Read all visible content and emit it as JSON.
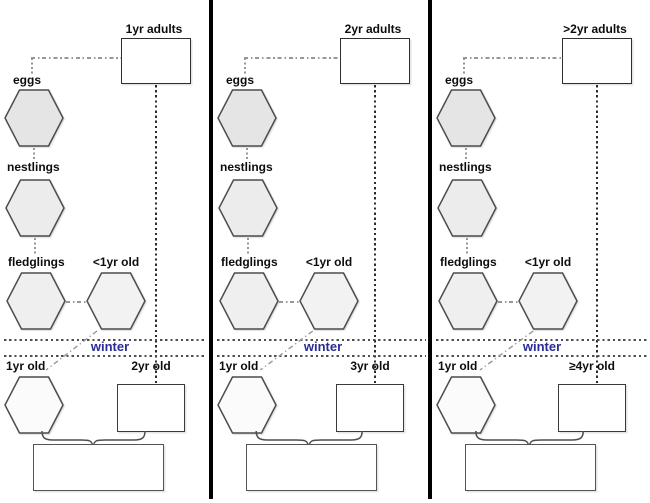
{
  "diagram": {
    "stage_labels": {
      "eggs": "eggs",
      "nestlings": "nestlings",
      "fledglings": "fledglings",
      "under_one_yr": "<1yr old",
      "one_yr": "1yr old",
      "winter": "winter"
    },
    "panels": [
      {
        "adult_label": "1yr adults",
        "post_winter_label": "2yr old"
      },
      {
        "adult_label": "2yr adults",
        "post_winter_label": "3yr old"
      },
      {
        "adult_label": ">2yr adults",
        "post_winter_label": "≥4yr old"
      }
    ],
    "colors": {
      "winter_text": "#2b2b96",
      "divider": "#000000",
      "eggs_fill": "#e5e5e5",
      "nestlings_fill": "#ececec",
      "fledglings_fill": "#efefef",
      "under_one_yr_fill": "#f2f2f2",
      "one_yr_fill": "#fbfbfb"
    }
  }
}
